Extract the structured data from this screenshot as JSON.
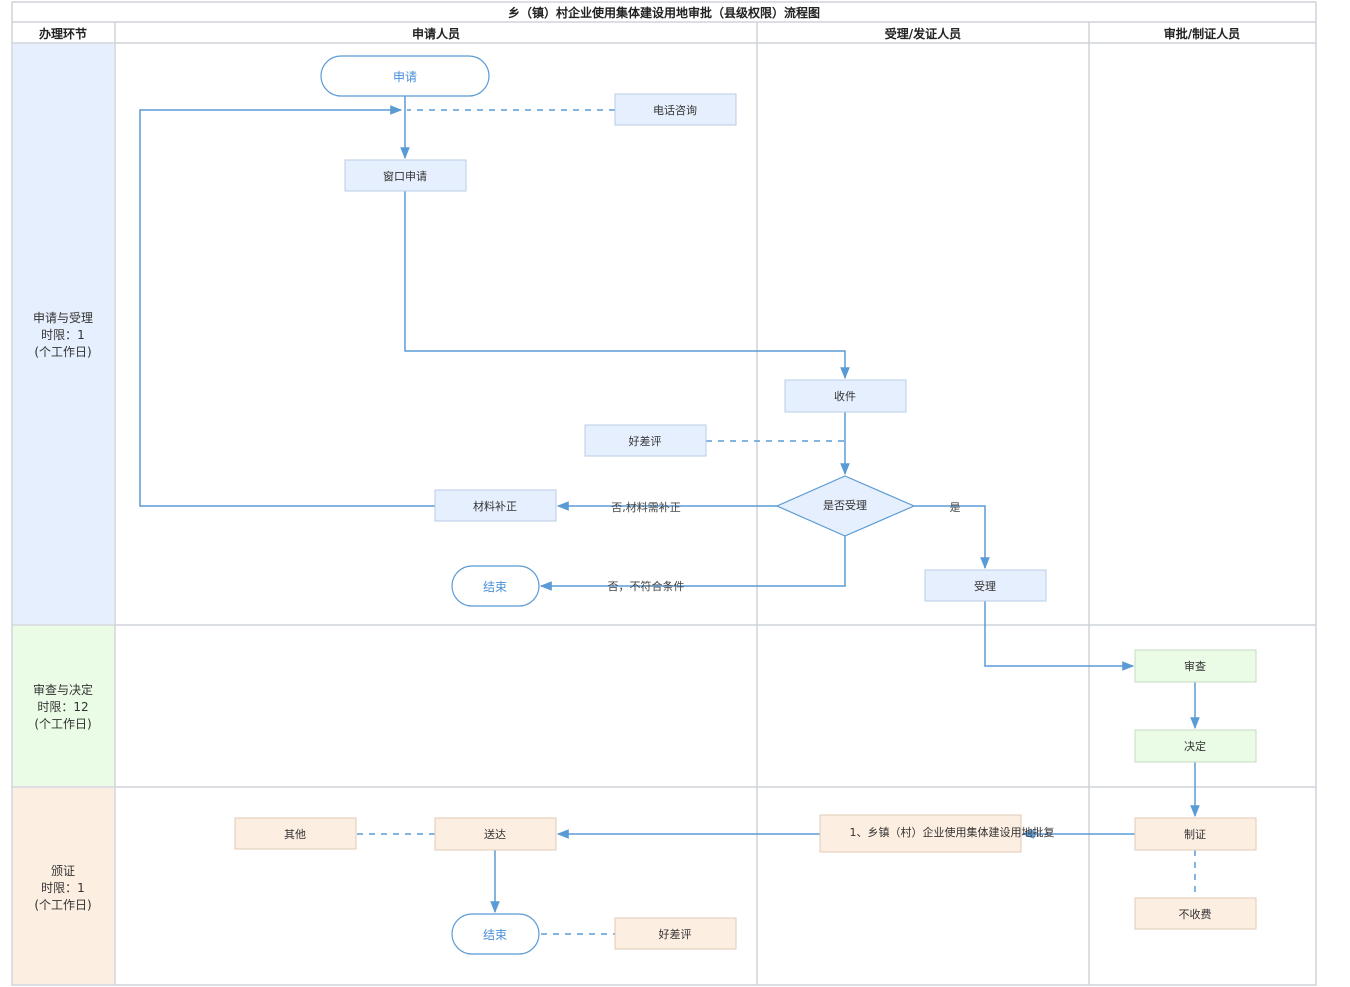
{
  "title": "乡（镇）村企业使用集体建设用地审批（县级权限）流程图",
  "columns": {
    "phase": "办理环节",
    "applicant": "申请人员",
    "acceptor": "受理/发证人员",
    "approver": "审批/制证人员"
  },
  "phases": [
    {
      "lines": [
        "申请与受理",
        "时限：1",
        "(个工作日)"
      ],
      "color": "#e6effd"
    },
    {
      "lines": [
        "审查与决定",
        "时限：12",
        "(个工作日)"
      ],
      "color": "#eafbe6"
    },
    {
      "lines": [
        "颁证",
        "时限：1",
        "(个工作日)"
      ],
      "color": "#fdeee2"
    }
  ],
  "nodes": {
    "apply": "申请",
    "phone": "电话咨询",
    "window": "窗口申请",
    "receive": "收件",
    "rating1": "好差评",
    "decision": "是否受理",
    "supplement": "材料补正",
    "end1": "结束",
    "accept": "受理",
    "review": "审查",
    "decide": "决定",
    "certify": "制证",
    "nofee": "不收费",
    "result": "1、乡镇（村）企业使用集体建设用地批复",
    "deliver": "送达",
    "other": "其他",
    "end2": "结束",
    "rating2": "好差评"
  },
  "edge_labels": {
    "no_supplement": "否,材料需补正",
    "no_reject": "否，不符合条件",
    "yes": "是"
  },
  "colors": {
    "line": "#5b9bd5",
    "border": "#cfd4da",
    "blue_box": "#e6effd",
    "green_box": "#eafbe6",
    "orange_box": "#fdeee2",
    "terminal_text": "#4a8fd8"
  }
}
